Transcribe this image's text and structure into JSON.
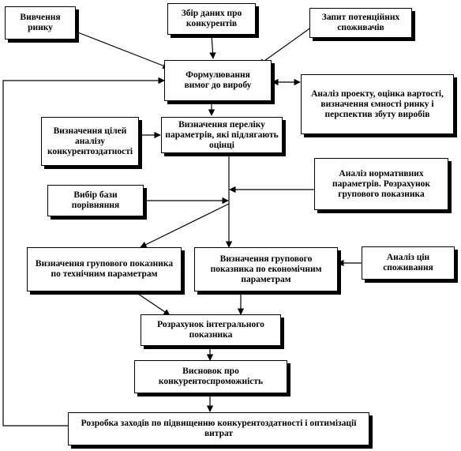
{
  "nodes": {
    "market_study": "Вивчення ринку",
    "competitor_data": "Збір даних про конкурентів",
    "consumer_survey": "Запит потенційних споживачів",
    "product_requirements": "Формулювання вимог до виробу",
    "project_analysis": "Аналіз проекту, оцінка вартості, визначення ємності ринку і перспектив збуту виробів",
    "analysis_goals": "Визначення цілей аналізу конкурентоздатності",
    "parameter_list": "Визначення переліку параметрів, які підлягають оцінці",
    "normative_analysis": "Аналіз нормативних параметрів. Розрахунок групового показника",
    "comparison_base": "Вибір бази порівняння",
    "technical_index": "Визначення групового показника по технічним параметрам",
    "economic_index": "Визначення групового показника по економічним параметрам",
    "consumer_prices": "Аналіз цін споживання",
    "integral_index": "Розрахунок інтегрального показника",
    "competitiveness_conclusion": "Висновок про конкурентоспроможність",
    "improvement_measures": "Розробка заходів по підвищенню конкурентоздатності і оптимізації витрат"
  }
}
